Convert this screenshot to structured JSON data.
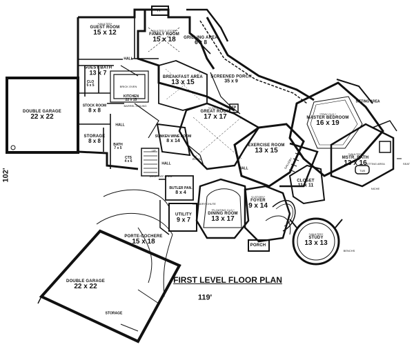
{
  "title": "FIRST LEVEL FLOOR PLAN",
  "dimensions": {
    "width": "119'",
    "depth": "102'"
  },
  "rooms": {
    "guest_room": {
      "note": "*VAULTED*",
      "name": "GUEST ROOM",
      "size": "15 x 12"
    },
    "family_room": {
      "note": "*VAULTED 2-STORY*",
      "name": "FAMILY ROOM",
      "size": "15 x 18"
    },
    "fp_top": "FP",
    "grilling": {
      "name": "GRILLING AREA",
      "size": "6 x 8"
    },
    "hall_top": "HALL",
    "guest_bath": {
      "name": "GUEST BATH",
      "size": "13 x 7"
    },
    "clo": {
      "name": "CLO",
      "size": "5 x 5"
    },
    "breakfast": {
      "name": "BREAKFAST AREA",
      "size": "13 x 15"
    },
    "screened_porch": {
      "name": "SCREENED PORCH",
      "size": "35 x 9"
    },
    "kitchen": {
      "name": "KITCHEN",
      "size": "22 x 15"
    },
    "brick_oven": "BRICK OVEN",
    "barrel_ceiling": "BARREL CEILING",
    "stock_room": {
      "name": "STOCK ROOM",
      "size": "8 x 8"
    },
    "double_garage_1": {
      "name": "DOUBLE GARAGE",
      "size": "22 x 22"
    },
    "great_room": {
      "note": "*2-STORY*",
      "name": "GREAT ROOM",
      "size": "17 x 17"
    },
    "fp_mid": "FP",
    "sitting_area": "SITTING AREA",
    "master_bedroom": {
      "note": "*TRAY CLG.*",
      "name": "MASTER BEDROOM",
      "size": "16 x 19"
    },
    "hall_mid": "HALL",
    "storage_1": {
      "name": "STORAGE",
      "size": "8 x 8"
    },
    "bath": {
      "name": "BATH",
      "size": "7 x 5"
    },
    "cts": {
      "name": "CTS",
      "size": "4 x 6"
    },
    "sunken_wine": {
      "name": "SUNKEN WINE ROOM",
      "size": "8 x 14"
    },
    "exercise": {
      "name": "EXERCISE ROOM",
      "size": "13 x 15"
    },
    "gallery": "GALLERY",
    "mstr_bath": {
      "note": "*VAULTED*",
      "name": "MSTR. BATH",
      "size": "13 x 16"
    },
    "seat": "SEAT",
    "sitting_area_2": "SITTING AREA",
    "tub": "TUB",
    "niche": "NICHE",
    "up": "UP",
    "down": "DOWN",
    "hall_left": "HALL",
    "hall_right": "HALL",
    "drop_off": "DROP-OFF AREA",
    "butler": {
      "name": "BUTLER PAN.",
      "size": "8 x 4"
    },
    "laundry_chute": "LAUNDRY CHUTE",
    "dining": {
      "note": "*FLOATING CLG.*",
      "name": "DINING ROOM",
      "size": "13 x 17"
    },
    "foyer": {
      "note": "*2-STORY*",
      "name": "FOYER",
      "size": "9 x 14"
    },
    "closet": {
      "name": "CLOSET",
      "size": "11 x 11"
    },
    "utility": {
      "name": "UTILITY",
      "size": "9 x 7"
    },
    "porte": {
      "name": "PORTE-COCHERE",
      "size": "15 x 18"
    },
    "porch": "PORCH",
    "study": {
      "note": "*VAULTED*",
      "name": "STUDY",
      "size": "13 x 13"
    },
    "benchs": "BENCHS",
    "double_garage_2": {
      "name": "DOUBLE GARAGE",
      "size": "22 x 22"
    },
    "storage_2": "STORAGE"
  }
}
